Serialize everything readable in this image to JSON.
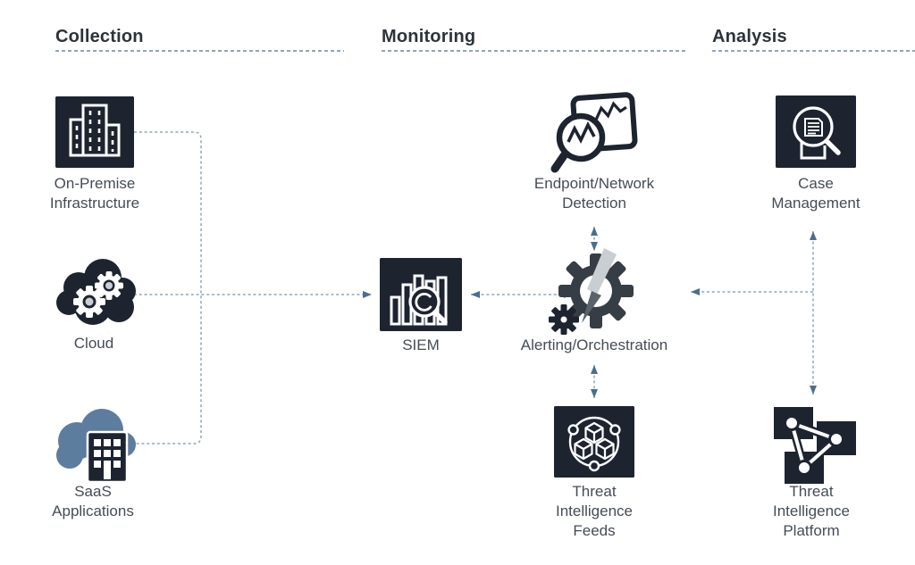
{
  "sections": [
    {
      "id": "collection",
      "title": "Collection"
    },
    {
      "id": "monitoring",
      "title": "Monitoring"
    },
    {
      "id": "analysis",
      "title": "Analysis"
    }
  ],
  "nodes": {
    "on_premise": {
      "label": "On-Premise\nInfrastructure",
      "icon": "building-icon"
    },
    "cloud": {
      "label": "Cloud",
      "icon": "cloud-gears-icon"
    },
    "saas": {
      "label": "SaaS\nApplications",
      "icon": "cloud-building-icon"
    },
    "siem": {
      "label": "SIEM",
      "icon": "chart-magnifier-icon"
    },
    "endpoint": {
      "label": "Endpoint/Network\nDetection",
      "icon": "screen-magnifier-icon"
    },
    "alerting": {
      "label": "Alerting/Orchestration",
      "icon": "gear-lightning-icon"
    },
    "ti_feeds": {
      "label": "Threat\nIntelligence\nFeeds",
      "icon": "cubes-network-icon"
    },
    "case_management": {
      "label": "Case\nManagement",
      "icon": "document-magnifier-icon"
    },
    "ti_platform": {
      "label": "Threat\nIntelligence\nPlatform",
      "icon": "linked-nodes-icon"
    }
  },
  "colors": {
    "bg": "#ffffff",
    "panel-dark": "#1d2430",
    "accent-blue": "#5d7d9e",
    "line": "#8fa6ba",
    "arrow": "#4a6e90",
    "text": "#454c55",
    "heading": "#2d333c"
  }
}
